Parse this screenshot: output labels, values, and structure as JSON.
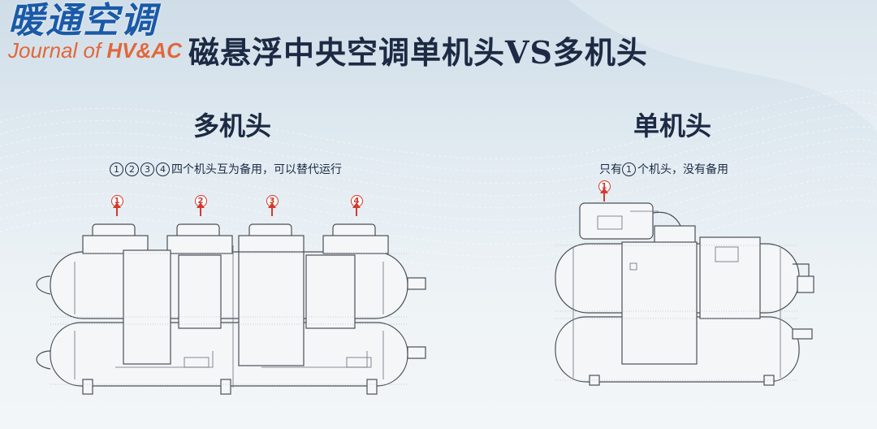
{
  "logo": {
    "cn": "暖通空调",
    "en_prefix": "Journal of ",
    "en_brand": "HV&AC"
  },
  "title": "磁悬浮中央空调单机头VS多机头",
  "multi": {
    "heading": "多机头",
    "note_circles": [
      "1",
      "2",
      "3",
      "4"
    ],
    "note_text": "四个机头互为备用，可以替代运行",
    "markers": [
      "1",
      "2",
      "3",
      "4"
    ]
  },
  "single": {
    "heading": "单机头",
    "note_prefix": "只有",
    "note_circle": "1",
    "note_suffix": "个机头，没有备用",
    "markers": [
      "1"
    ]
  },
  "colors": {
    "marker": "#d23a2e",
    "title": "#1c2a44",
    "logo_cn": "#1a5aa8",
    "logo_en": "#e2673a"
  }
}
